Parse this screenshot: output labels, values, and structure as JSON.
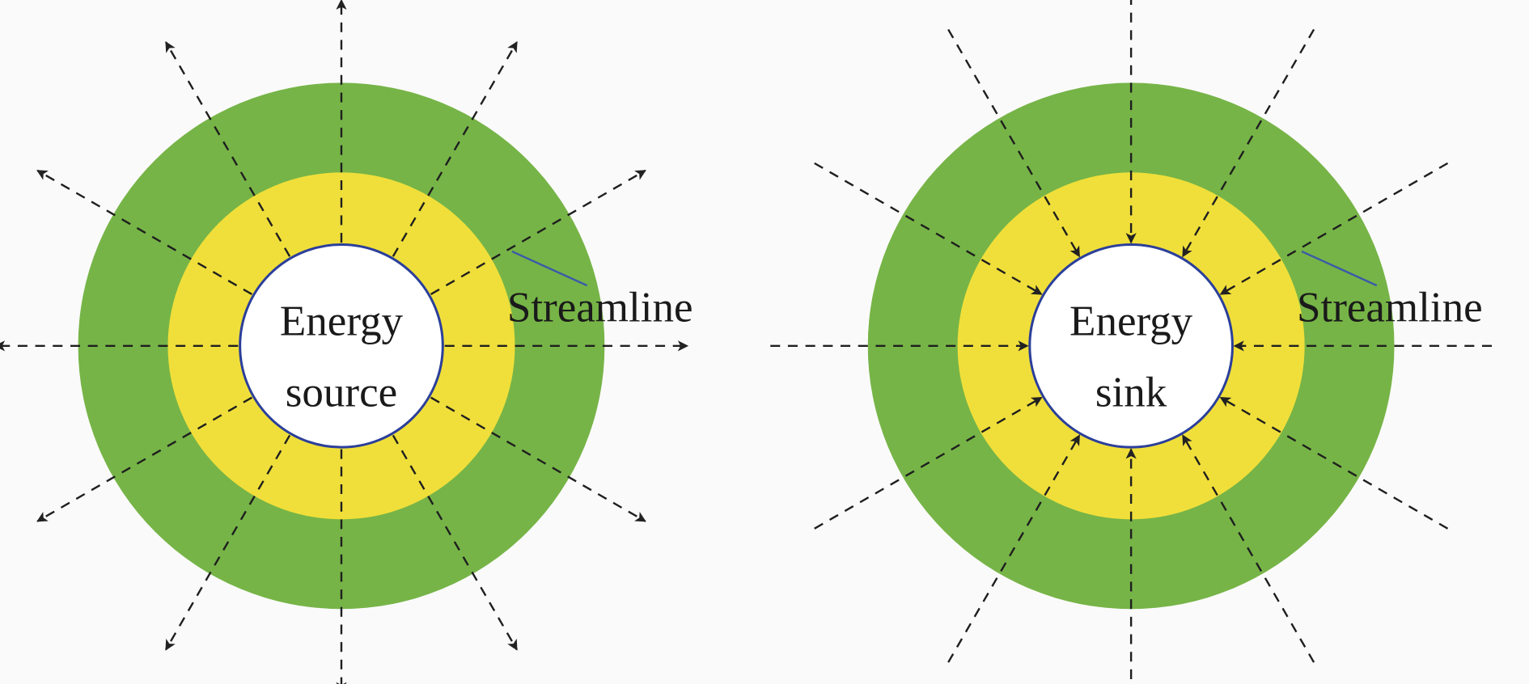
{
  "diagrams": [
    {
      "id": "source",
      "label_line1": "Energy",
      "label_line2": "source",
      "streamline_label": "Streamline",
      "flow": "outward"
    },
    {
      "id": "sink",
      "label_line1": "Energy",
      "label_line2": "sink",
      "streamline_label": "Streamline",
      "flow": "inward"
    }
  ],
  "colors": {
    "outer_ring": "#76b447",
    "inner_ring": "#f0df3a",
    "core": "#ffffff",
    "core_border": "#2b3f9a",
    "streamline": "#1f1f1f",
    "leader": "#3d5aa8"
  }
}
